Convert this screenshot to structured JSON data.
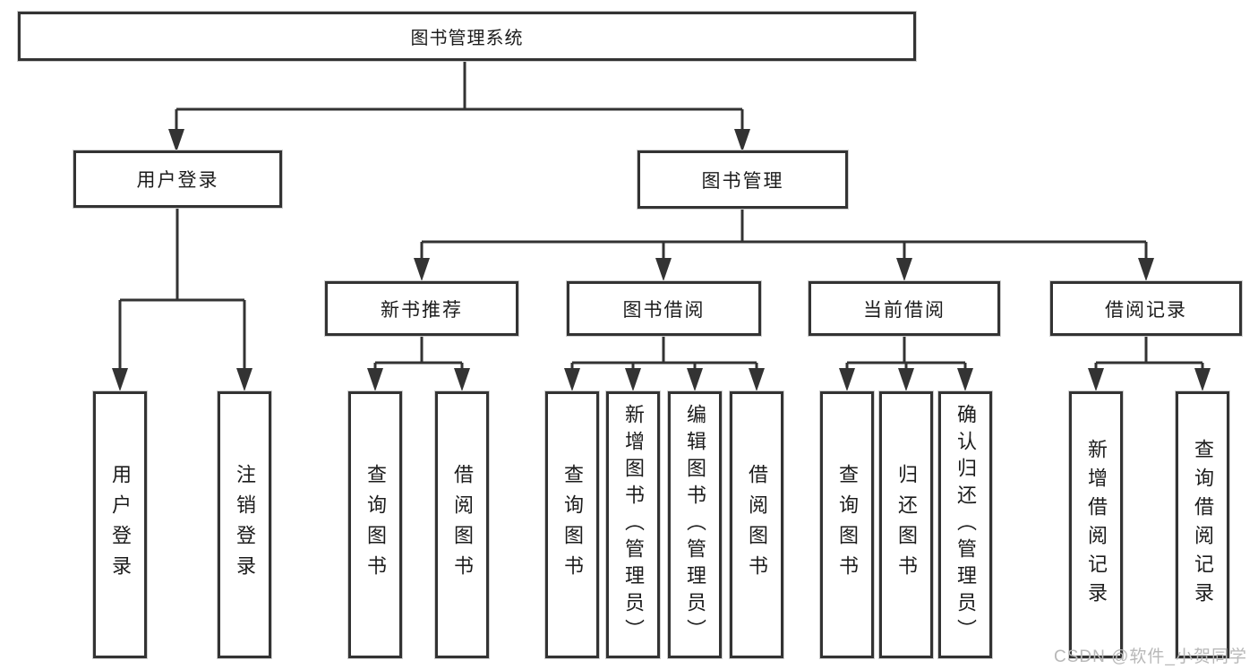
{
  "diagram": {
    "root_label": "图书管理系统",
    "level2": {
      "user_login": "用户登录",
      "book_management": "图书管理"
    },
    "level3": {
      "new_book_recommend": "新书推荐",
      "book_borrowing": "图书借阅",
      "current_borrowing": "当前借阅",
      "borrowing_records": "借阅记录"
    },
    "leaves": {
      "user_login": [
        "用户登录",
        "注销登录"
      ],
      "new_book_recommend": [
        "查询图书",
        "借阅图书"
      ],
      "book_borrowing": [
        "查询图书",
        "新增图书（管理员）",
        "编辑图书（管理员）",
        "借阅图书"
      ],
      "current_borrowing": [
        "查询图书",
        "归还图书",
        "确认归还（管理员）"
      ],
      "borrowing_records": [
        "新增借阅记录",
        "查询借阅记录"
      ]
    }
  },
  "watermark": {
    "text": "CSDN @软件_小贺同学"
  },
  "colors": {
    "line": "#333333",
    "text": "#1c1c1c",
    "background": "#ffffff",
    "watermark": "#b8b8b8"
  }
}
